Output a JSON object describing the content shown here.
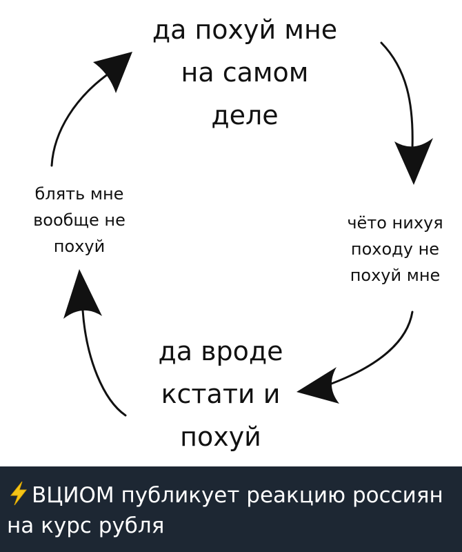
{
  "meme": {
    "top_label": "да похуй мне\nна самом\nделе",
    "right_label": "чёто нихуя\nпоходу не\nпохуй мне",
    "bottom_label": "да вроде\nкстати и\nпохуй",
    "left_label": "блять мне\nвообще не\nпохуй",
    "arrow_color": "#111111",
    "background_color": "#ffffff"
  },
  "caption": {
    "text": "ВЦИОМ публикует реакцию россиян на курс рубля",
    "icon": "lightning-bolt-icon",
    "background_color": "#1d2733",
    "text_color": "#ffffff",
    "icon_color": "#f5c518"
  }
}
